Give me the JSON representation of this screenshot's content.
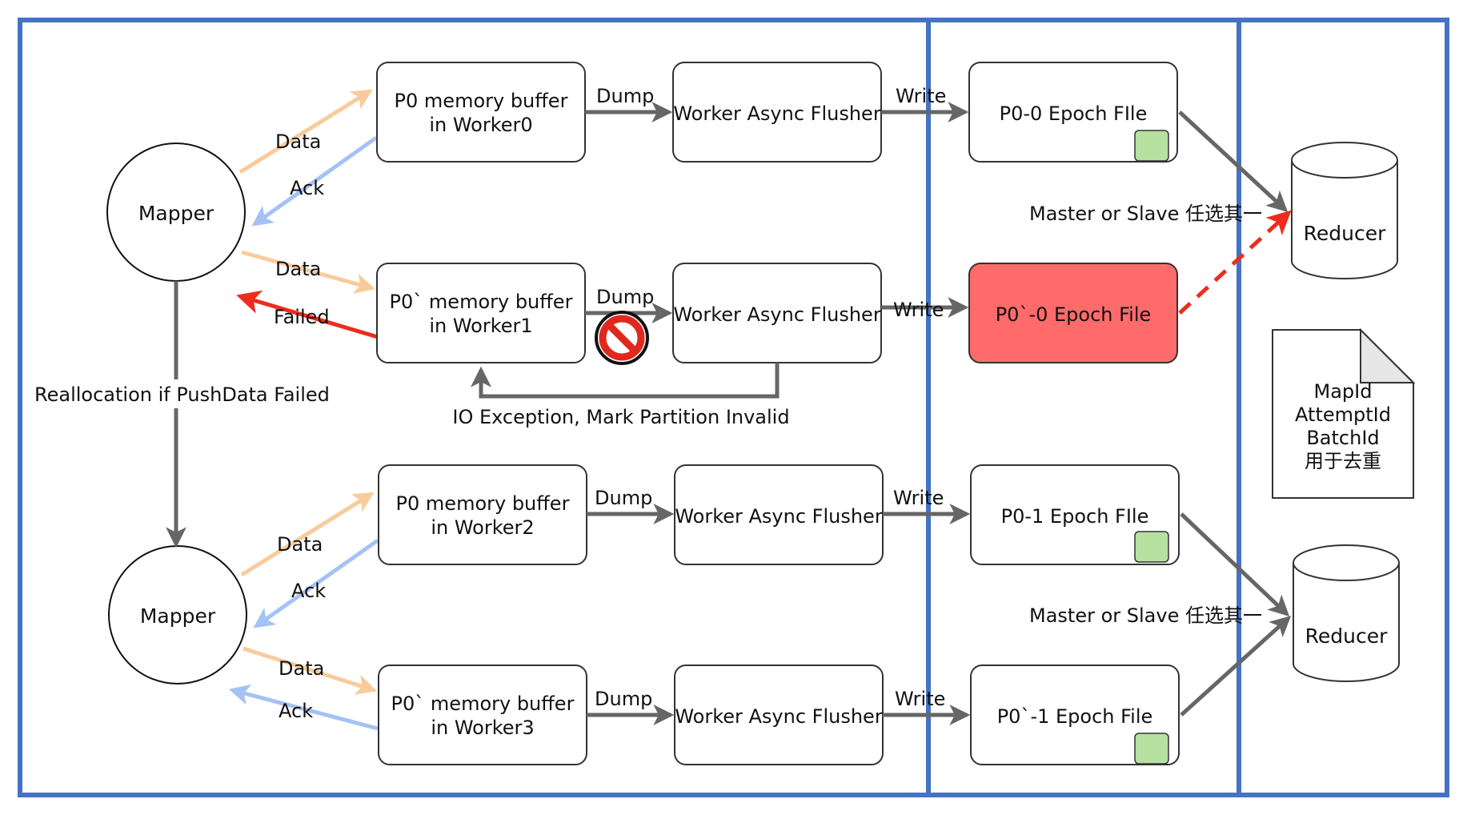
{
  "colors": {
    "panel_border": "#4472C4",
    "box_stroke": "#333333",
    "arrow_gray": "#666666",
    "data_arrow": "#F9CB9C",
    "ack_arrow": "#A4C2F4",
    "failed_arrow": "#EE2C1E",
    "failed_file_fill": "#FF6B6B",
    "green_square": "#B6E1A0",
    "doc_fold": "#E6E6E6"
  },
  "mappers": [
    {
      "label": "Mapper"
    },
    {
      "label": "Mapper"
    }
  ],
  "reducers": [
    {
      "label": "Reducer"
    },
    {
      "label": "Reducer"
    }
  ],
  "rows": [
    {
      "buffer_line1": "P0 memory buffer",
      "buffer_line2": "in Worker0",
      "dump": "Dump",
      "flusher": "Worker Async Flusher",
      "write": "Write",
      "epoch_file": "P0-0 Epoch FIle",
      "incoming_label": "Data",
      "outgoing_label": "Ack"
    },
    {
      "buffer_line1": "P0` memory buffer",
      "buffer_line2": "in Worker1",
      "dump": "Dump",
      "flusher": "Worker Async Flusher",
      "write": "Write",
      "epoch_file": "P0`-0 Epoch File",
      "incoming_label": "Data",
      "outgoing_label": "Failed"
    },
    {
      "buffer_line1": "P0 memory buffer",
      "buffer_line2": "in Worker2",
      "dump": "Dump",
      "flusher": "Worker Async Flusher",
      "write": "Write",
      "epoch_file": "P0-1 Epoch FIle",
      "incoming_label": "Data",
      "outgoing_label": "Ack"
    },
    {
      "buffer_line1": "P0` memory buffer",
      "buffer_line2": "in Worker3",
      "dump": "Dump",
      "flusher": "Worker Async Flusher",
      "write": "Write",
      "epoch_file": "P0`-1 Epoch File",
      "incoming_label": "Data",
      "outgoing_label": "Ack"
    }
  ],
  "labels": {
    "reallocation": "Reallocation if PushData Failed",
    "io_exception": "IO Exception, Mark Partition Invalid",
    "master_slave_top": "Master or Slave 任选其一",
    "master_slave_bottom": "Master or Slave 任选其一"
  },
  "note": {
    "line1": "MapId",
    "line2": "AttemptId",
    "line3": "BatchId",
    "line4": "用于去重"
  },
  "icons": {
    "blocked": "no-entry-icon",
    "success": "green-square-icon"
  }
}
